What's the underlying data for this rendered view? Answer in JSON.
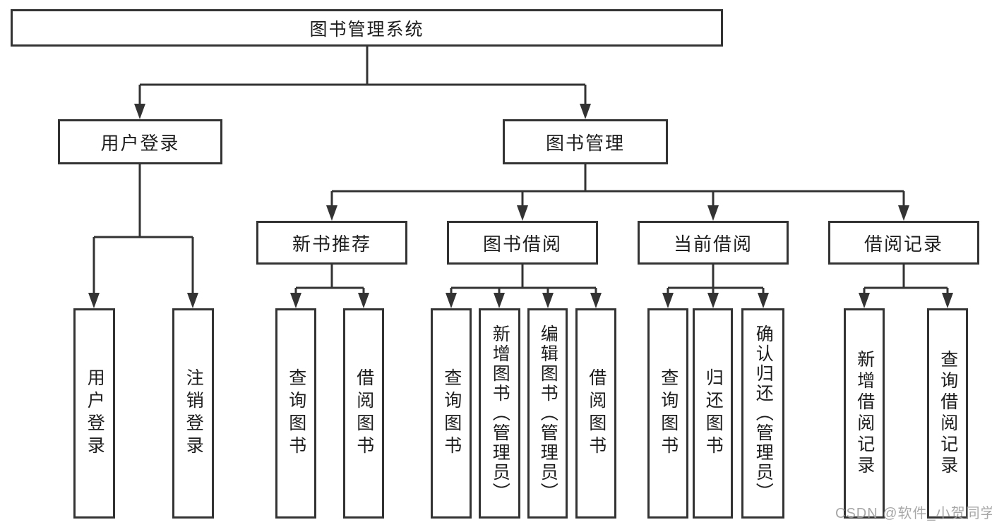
{
  "diagram_title": "图书管理系统",
  "tree": {
    "label": "图书管理系统",
    "children": [
      {
        "label": "用户登录",
        "children": [
          {
            "label": "用户登录"
          },
          {
            "label": "注销登录"
          }
        ]
      },
      {
        "label": "图书管理",
        "children": [
          {
            "label": "新书推荐",
            "children": [
              {
                "label": "查询图书"
              },
              {
                "label": "借阅图书"
              }
            ]
          },
          {
            "label": "图书借阅",
            "children": [
              {
                "label": "查询图书"
              },
              {
                "label": "新增图书（管理员）"
              },
              {
                "label": "编辑图书（管理员）"
              },
              {
                "label": "借阅图书"
              }
            ]
          },
          {
            "label": "当前借阅",
            "children": [
              {
                "label": "查询图书"
              },
              {
                "label": "归还图书"
              },
              {
                "label": "确认归还（管理员）"
              }
            ]
          },
          {
            "label": "借阅记录",
            "children": [
              {
                "label": "新增借阅记录"
              },
              {
                "label": "查询借阅记录"
              }
            ]
          }
        ]
      }
    ]
  },
  "watermark": {
    "text": "CSDN @软件_小贺同学"
  },
  "colors": {
    "line": "#333333",
    "box_border": "#333333",
    "box_fill": "#ffffff",
    "text": "#1d1d1d",
    "watermark": "#9c9c9c",
    "background": "#ffffff"
  }
}
